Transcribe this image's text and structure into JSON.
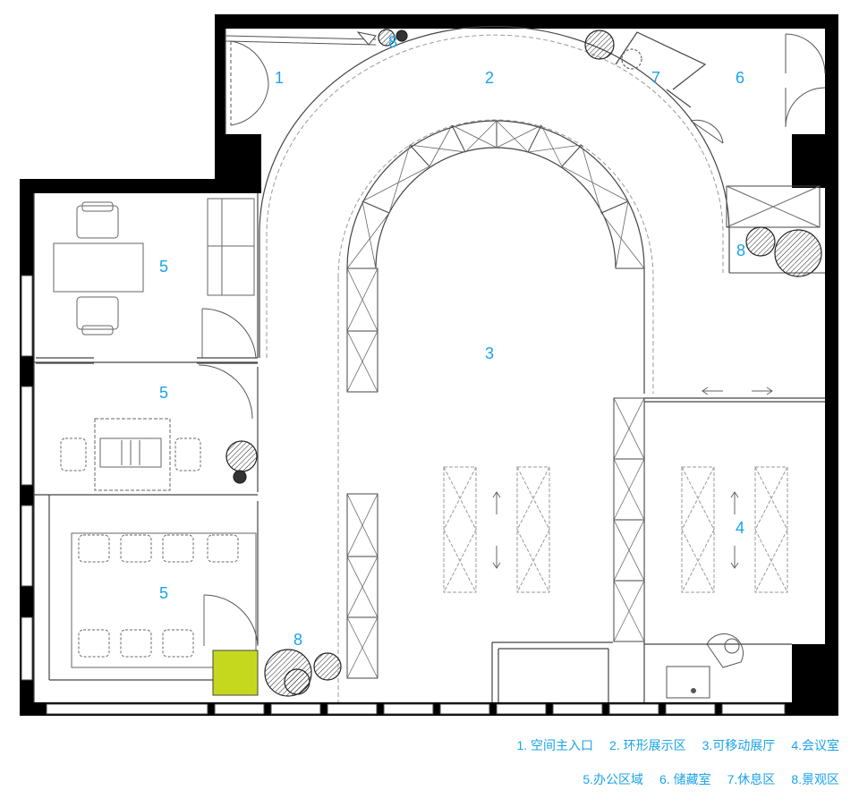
{
  "zone_numbers": [
    {
      "id": "z1",
      "text": "1"
    },
    {
      "id": "z2",
      "text": "2"
    },
    {
      "id": "z3",
      "text": "3"
    },
    {
      "id": "z4",
      "text": "4"
    },
    {
      "id": "z5a",
      "text": "5"
    },
    {
      "id": "z5b",
      "text": "5"
    },
    {
      "id": "z5c",
      "text": "5"
    },
    {
      "id": "z6",
      "text": "6"
    },
    {
      "id": "z7",
      "text": "7"
    },
    {
      "id": "z8a",
      "text": "8"
    },
    {
      "id": "z8b",
      "text": "8"
    },
    {
      "id": "z8c",
      "text": "8"
    }
  ],
  "legend": {
    "row1": [
      "1. 空间主入口",
      "2. 环形展示区",
      "3.可移动展厅",
      "4.会议室"
    ],
    "row2": [
      "5.办公区域",
      "6. 储藏室",
      "7.休息区",
      "8.景观区"
    ]
  },
  "colors": {
    "wall": "#000000",
    "line": "#444444",
    "dash": "#9a9a9a",
    "accent": "#1aa3e8",
    "highlight": "#c6d81e"
  }
}
